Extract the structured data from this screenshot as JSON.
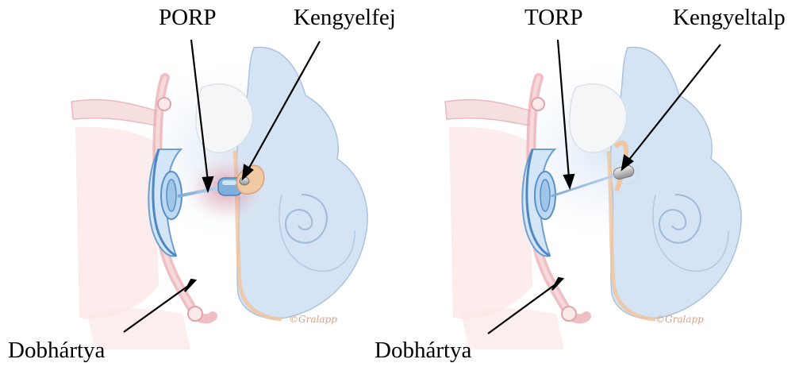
{
  "panels": [
    {
      "id": "left",
      "prosthesis_label": "PORP",
      "target_label": "Kengyelfej",
      "membrane_label": "Dobhártya",
      "signature": "©Gralapp"
    },
    {
      "id": "right",
      "prosthesis_label": "TORP",
      "target_label": "Kengyeltalp",
      "membrane_label": "Dobhártya",
      "signature": "©Gralapp"
    }
  ],
  "colors": {
    "tissue_pink": "#f3d3d3",
    "membrane_rose": "#e9aab0",
    "cochlea_blue": "#cfe0f2",
    "cochlea_line": "#9fb9d6",
    "bone_peach": "#f1c9a2",
    "prosthesis_blue": "#7fb0dc",
    "prosthesis_highlight": "#d8ebfa",
    "metal_gray": "#c8c8c8",
    "arrow": "#000000"
  }
}
